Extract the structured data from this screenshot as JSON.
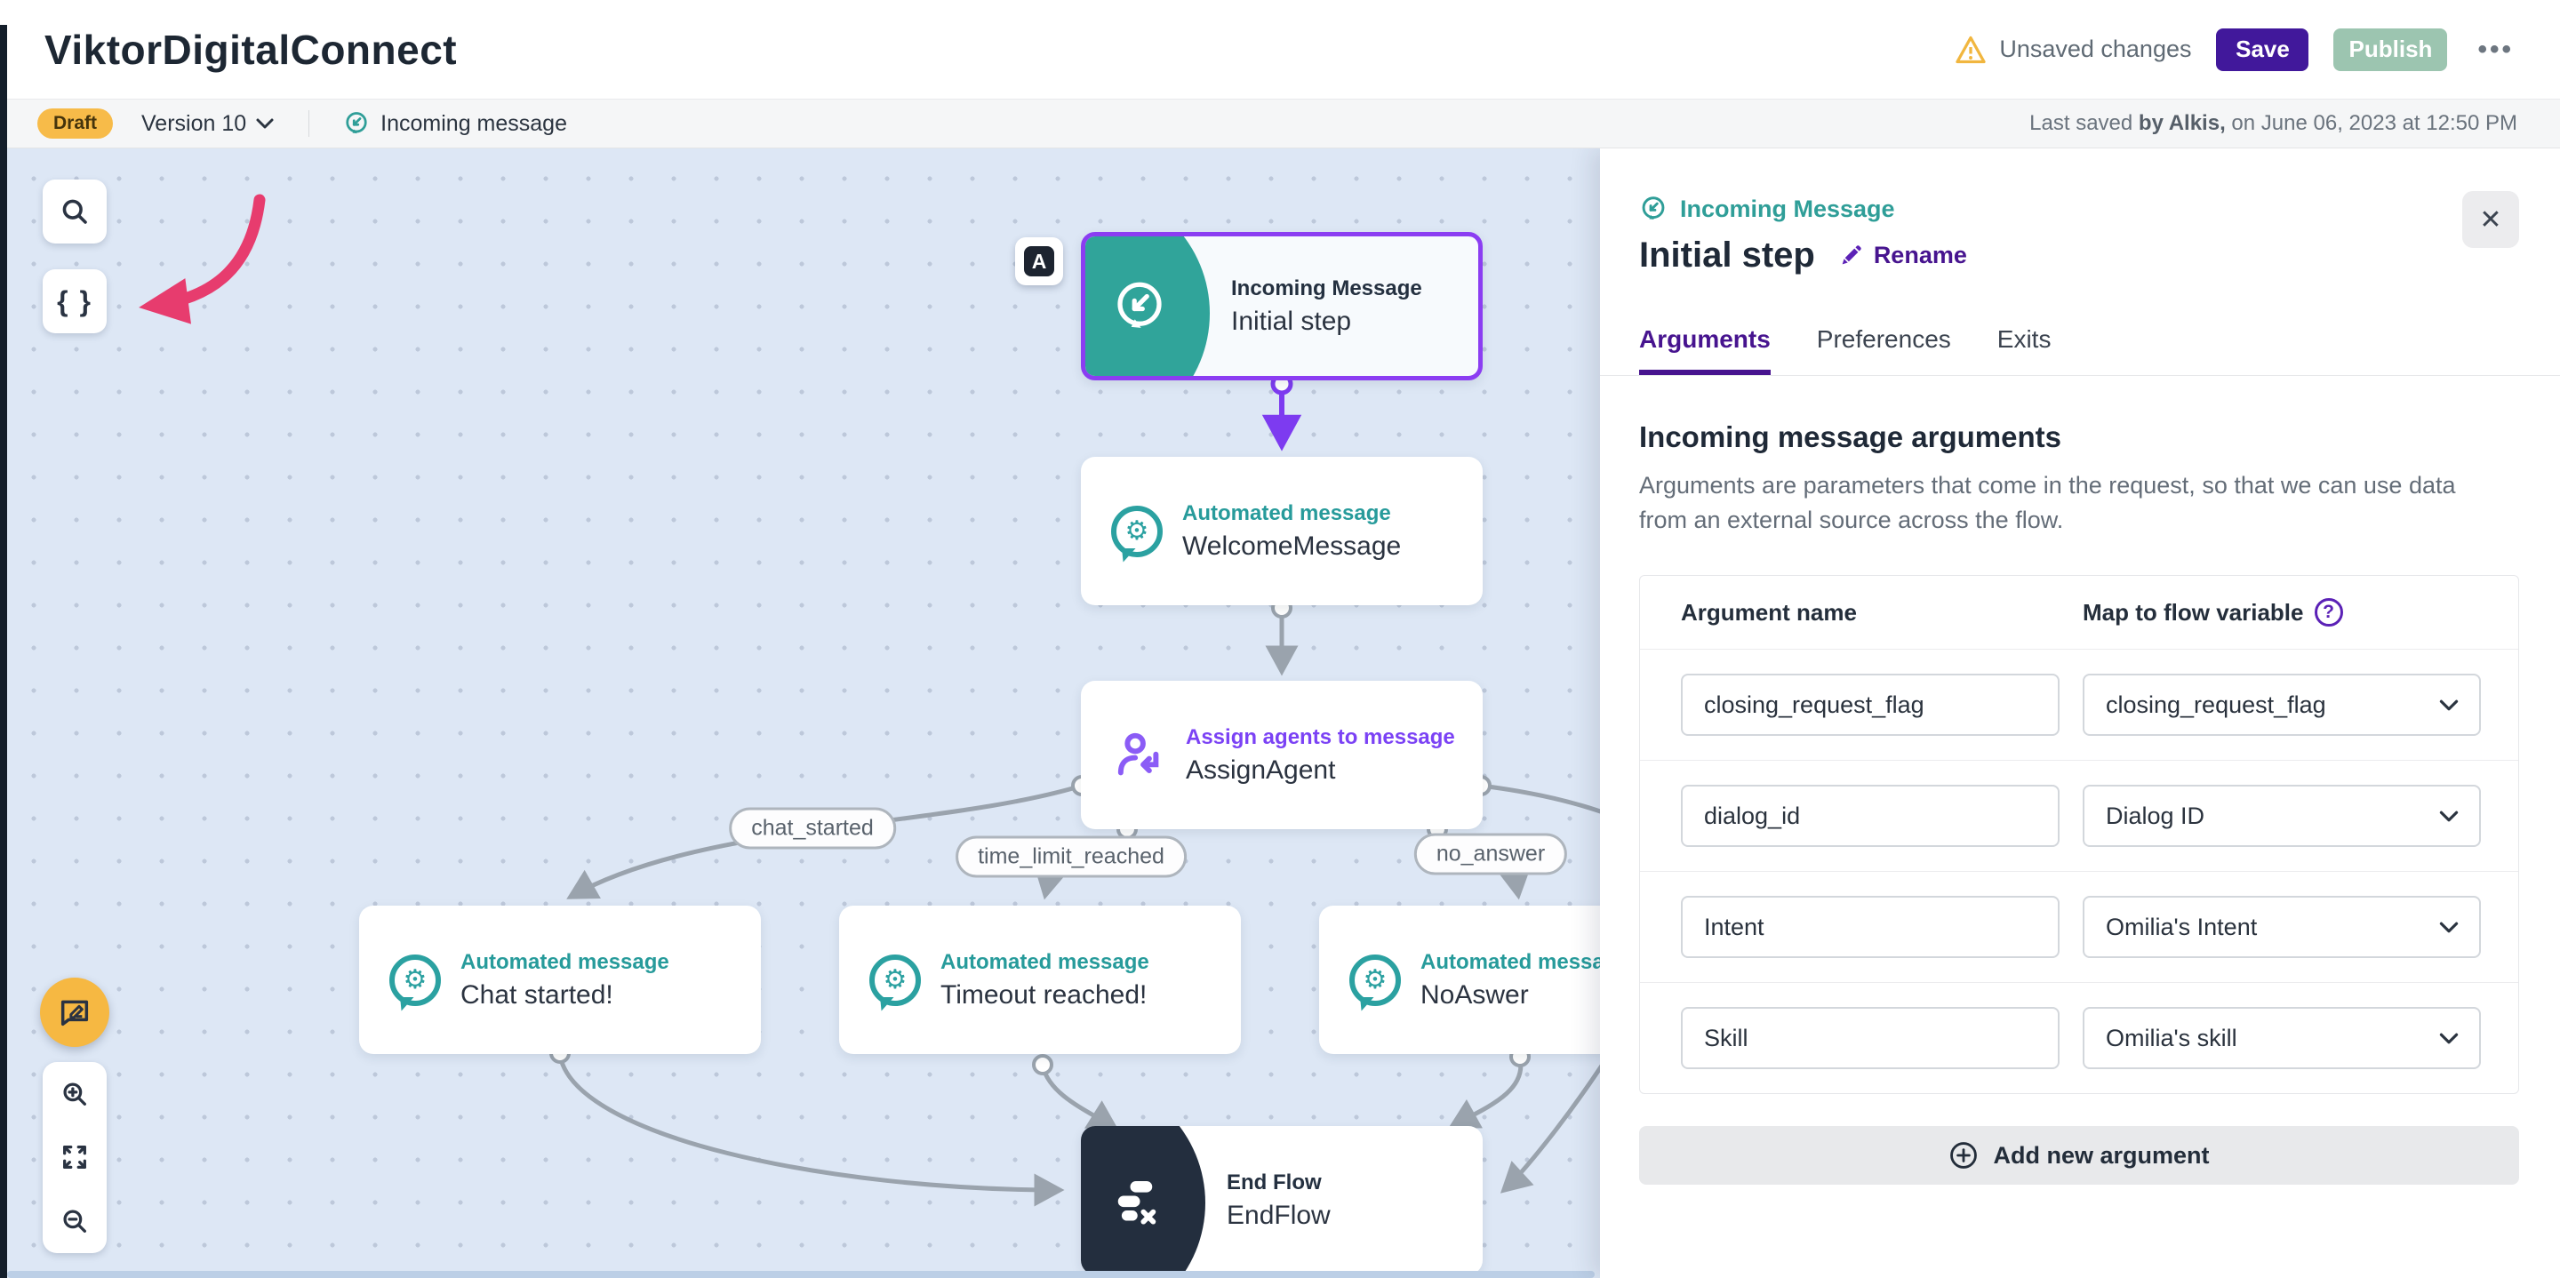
{
  "header": {
    "title": "ViktorDigitalConnect",
    "unsaved_label": "Unsaved changes",
    "save_label": "Save",
    "publish_label": "Publish",
    "more_label": "•••"
  },
  "version_bar": {
    "draft_badge": "Draft",
    "version_label": "Version 10",
    "flow_name": "Incoming message",
    "last_saved_prefix": "Last saved ",
    "last_saved_by": "by Alkis,",
    "last_saved_suffix": " on June 06, 2023 at 12:50 PM"
  },
  "canvas": {
    "shortcut_badge": "A",
    "nodes": {
      "initial": {
        "type": "Incoming Message",
        "title": "Initial step"
      },
      "welcome": {
        "type": "Automated message",
        "title": "WelcomeMessage"
      },
      "assign": {
        "type": "Assign agents to message",
        "title": "AssignAgent"
      },
      "chat": {
        "type": "Automated message",
        "title": "Chat started!"
      },
      "timeout": {
        "type": "Automated message",
        "title": "Timeout reached!"
      },
      "noanswer": {
        "type": "Automated message",
        "title": "NoAswer"
      },
      "endflow": {
        "type": "End Flow",
        "title": "EndFlow"
      }
    },
    "edge_labels": {
      "chat": "chat_started",
      "timeout": "time_limit_reached",
      "noanswer": "no_answer"
    },
    "braces_label": "{ }",
    "gear_glyph": "⚙"
  },
  "panel": {
    "type_label": "Incoming Message",
    "title": "Initial step",
    "rename_label": "Rename",
    "close_label": "✕",
    "help_label": "?",
    "tabs": [
      {
        "label": "Arguments"
      },
      {
        "label": "Preferences"
      },
      {
        "label": "Exits"
      }
    ],
    "section_title": "Incoming message arguments",
    "section_description": "Arguments are parameters that come in the request, so that we can use data from an external source across the flow.",
    "table": {
      "col1": "Argument name",
      "col2": "Map to flow variable",
      "rows": [
        {
          "name": "closing_request_flag",
          "variable": "closing_request_flag"
        },
        {
          "name": "dialog_id",
          "variable": "Dialog ID"
        },
        {
          "name": "Intent",
          "variable": "Omilia's Intent"
        },
        {
          "name": "Skill",
          "variable": "Omilia's skill"
        }
      ]
    },
    "add_button": "Add new argument"
  },
  "colors": {
    "accent_purple": "#41189b",
    "selection_purple": "#8b3df2",
    "teal": "#2f9e98",
    "pink_annotation": "#e73c6e",
    "canvas_blue": "#dde7f5",
    "endflow_dark": "#232e3e",
    "draft_amber": "#f7bb49"
  }
}
